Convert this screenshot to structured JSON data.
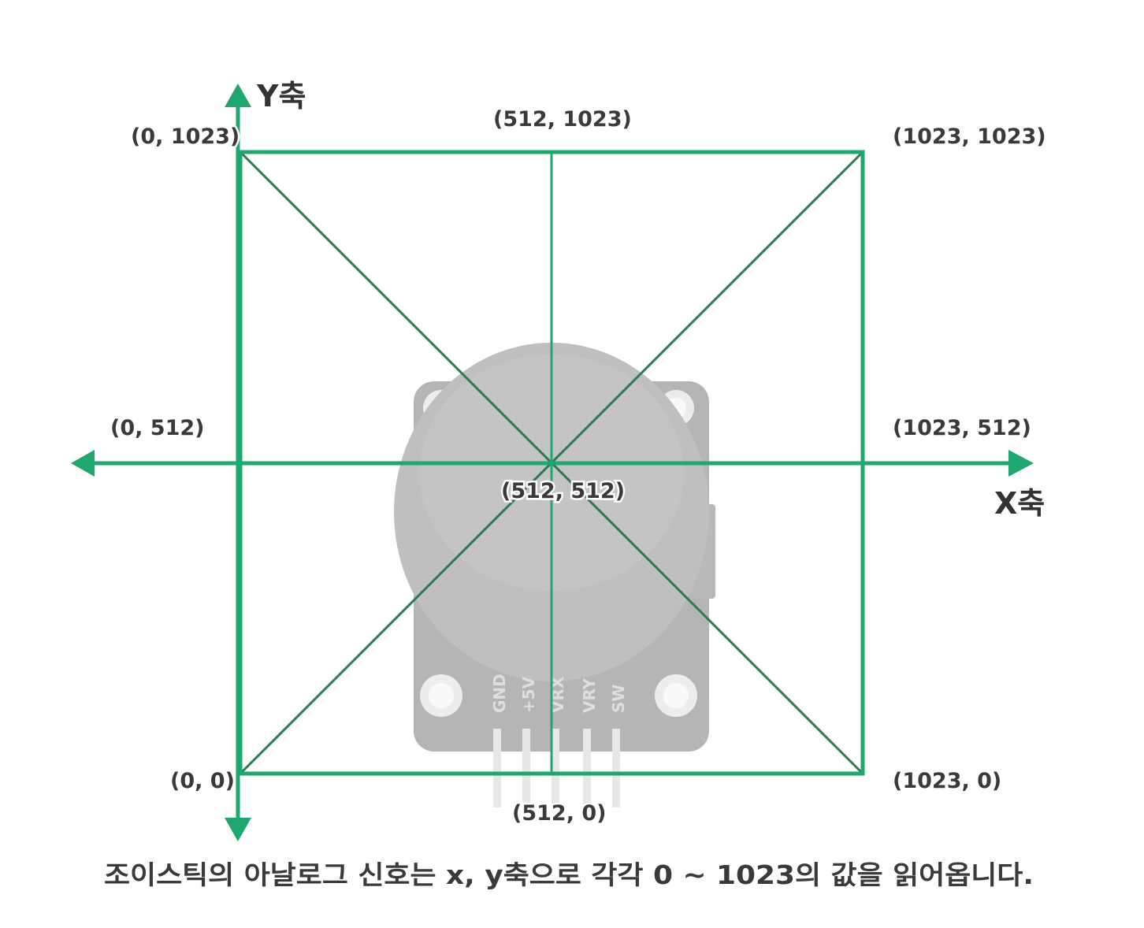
{
  "colors": {
    "accent": "#1ea870",
    "diagonal": "#2f7a52",
    "text": "#3a3a3a"
  },
  "axes": {
    "y_label": "Y축",
    "x_label": "X축"
  },
  "coordinates": {
    "top_left": "(0, 1023)",
    "top_center": "(512, 1023)",
    "top_right": "(1023, 1023)",
    "mid_left": "(0, 512)",
    "center": "(512, 512)",
    "mid_right": "(1023, 512)",
    "bottom_left": "(0, 0)",
    "bottom_center": "(512, 0)",
    "bottom_right": "(1023, 0)"
  },
  "module_pins": [
    "GND",
    "+5V",
    "VRX",
    "VRY",
    "SW"
  ],
  "caption": "조이스틱의 아날로그 신호는 x, y축으로 각각 0 ~ 1023의 값을 읽어옵니다."
}
